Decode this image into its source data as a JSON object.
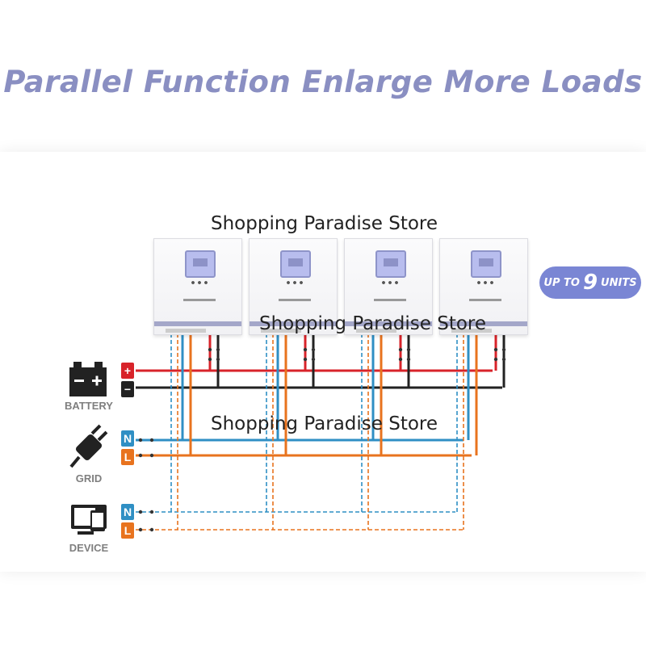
{
  "title": "Parallel Function Enlarge More Loads",
  "watermark": "Shopping Paradise Store",
  "badge": {
    "prefix": "UP TO",
    "number": "9",
    "suffix": "UNITS"
  },
  "labels": {
    "battery": "BATTERY",
    "grid": "GRID",
    "device": "DEVICE"
  },
  "terminals": {
    "positive": "+",
    "negative": "−",
    "neutral": "N",
    "line": "L"
  },
  "inverter_count": 4,
  "colors": {
    "title": "#8a8fc2",
    "badge": "#7a86d4",
    "positive": "#d8232a",
    "negative": "#222222",
    "neutral": "#2f8fc4",
    "line": "#e8731e"
  }
}
